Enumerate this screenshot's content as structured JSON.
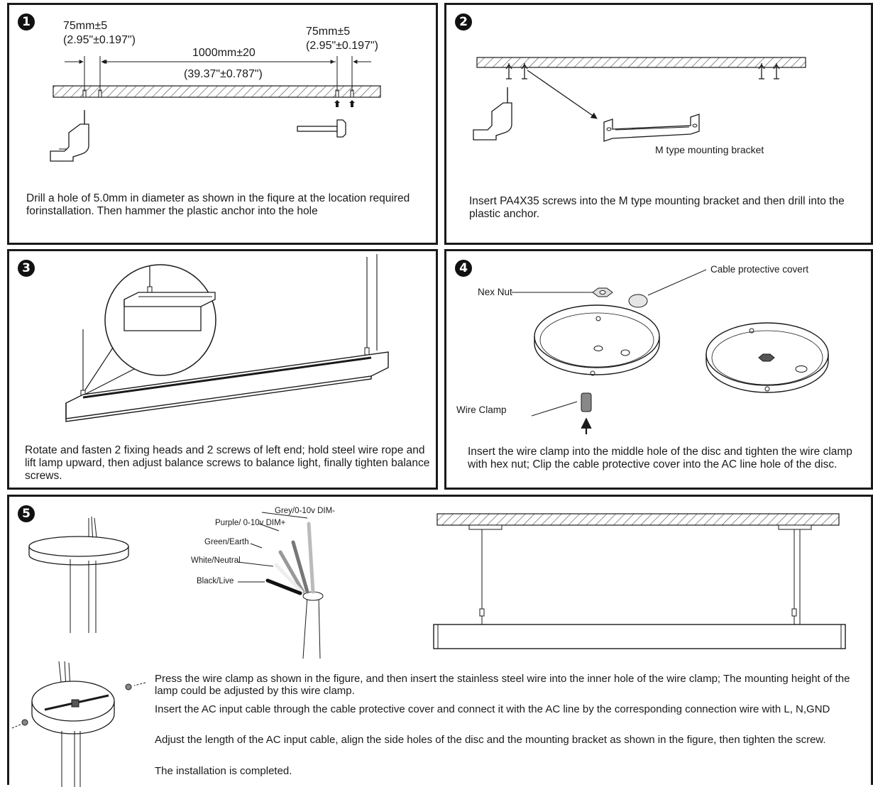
{
  "step1": {
    "number": "1",
    "dim_left_top": "75mm±5",
    "dim_left_bottom": "(2.95\"±0.197\")",
    "dim_mid_top": "1000mm±20",
    "dim_mid_bottom": "(39.37\"±0.787\")",
    "dim_right_top": "75mm±5",
    "dim_right_bottom": "(2.95\"±0.197\")",
    "caption": "Drill a hole of 5.0mm in diameter as shown in the fiqure at the location required forinstallation. Then hammer the plastic anchor into the hole"
  },
  "step2": {
    "number": "2",
    "bracket_label": "M type mounting bracket",
    "caption": "Insert PA4X35 screws into the M type mounting bracket and then drill into the plastic anchor."
  },
  "step3": {
    "number": "3",
    "caption": "Rotate and fasten 2 fixing heads and 2 screws of left end; hold steel wire rope and lift lamp upward, then adjust balance screws to balance light, finally tighten balance screws."
  },
  "step4": {
    "number": "4",
    "nut_label": "Nex Nut",
    "cover_label": "Cable protective covert",
    "clamp_label": "Wire Clamp",
    "caption": "Insert the wire clamp into the middle hole of the disc and tighten the wire clamp with hex nut; Clip the cable protective cover into the AC line hole of the disc."
  },
  "step5": {
    "number": "5",
    "wires": {
      "grey": "Grey/0-10v DIM-",
      "purple": "Purple/ 0-10v DIM+",
      "green": "Green/Earth",
      "white": "White/Neutral",
      "black": "Black/Live"
    },
    "para1": "Press the wire clamp as shown in the figure, and then insert the stainless steel wire into the inner hole of the wire clamp; The mounting height of the lamp could be adjusted by this wire clamp.",
    "para2": "Insert the AC input cable through the cable protective cover and connect it with the AC line by the corresponding connection wire with L, N,GND",
    "para3": "Adjust the length of the AC input cable, align the side holes of the disc and the mounting bracket as shown in the figure, then tighten the screw.",
    "para4": "The installation is completed."
  },
  "colors": {
    "line": "#1a1a1a",
    "hatch": "#555555",
    "fill": "#ffffff"
  }
}
